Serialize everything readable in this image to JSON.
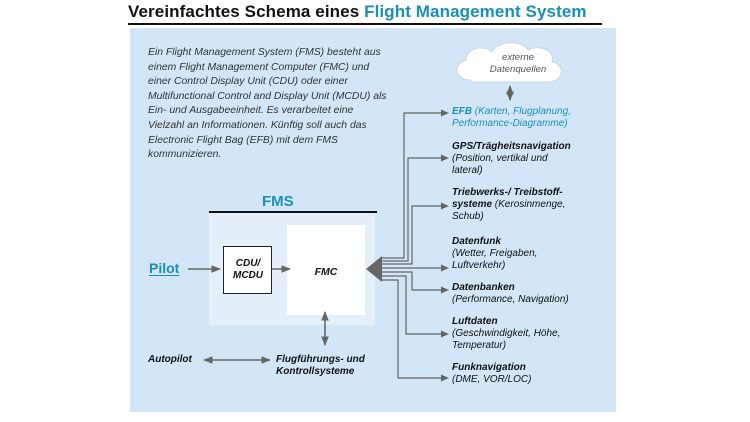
{
  "title": {
    "prefix": "Vereinfachtes Schema eines ",
    "accent": "Flight Management System"
  },
  "intro_text": "Ein Flight Management System (FMS) besteht aus einem Flight Management Computer (FMC) und einer Control Display Unit (CDU) oder einer Multifunctional Control and Display Unit (MCDU) als Ein- und Ausgabeeinheit. Es verarbeitet eine Vielzahl an Informationen. Künftig soll auch das Electronic Flight Bag (EFB) mit dem FMS kommunizieren.",
  "cloud": {
    "line1": "externe",
    "line2": "Datenquellen"
  },
  "fms_label": "FMS",
  "cdu": {
    "line1": "CDU/",
    "line2": "MCDU"
  },
  "fmc": "FMC",
  "pilot": "Pilot",
  "autopilot": "Autopilot",
  "flug": {
    "line1": "Flugführungs- und",
    "line2": "Kontrollsysteme"
  },
  "destinations": [
    {
      "head": "EFB",
      "line1_rest": " (Karten, Flugplanung,",
      "line2": "Performance-Diagramme)",
      "line3": ""
    },
    {
      "head": "GPS/Trägheitsnavigation",
      "line1_rest": "",
      "line2": "(Position, vertikal und",
      "line3": "lateral)"
    },
    {
      "head": "Triebwerks-/ Treibstoff-",
      "line1_rest": "",
      "line2": "systeme",
      "line2_rest": " (Kerosinmenge,",
      "line3": "Schub)"
    },
    {
      "head": "Datenfunk",
      "line1_rest": "",
      "line2": "(Wetter, Freigaben,",
      "line3": "Luftverkehr)"
    },
    {
      "head": "Datenbanken",
      "line1_rest": "",
      "line2": "(Performance, Navigation)",
      "line3": ""
    },
    {
      "head": "Luftdaten",
      "line1_rest": "",
      "line2": "(Geschwindigkeit, Höhe,",
      "line3": "Temperatur)"
    },
    {
      "head": "Funknavigation",
      "line1_rest": "",
      "line2": "(DME, VOR/LOC)",
      "line3": ""
    }
  ],
  "colors": {
    "accent": "#1a8fb8",
    "panel": "#d2e6f8",
    "arrow": "#666666"
  }
}
